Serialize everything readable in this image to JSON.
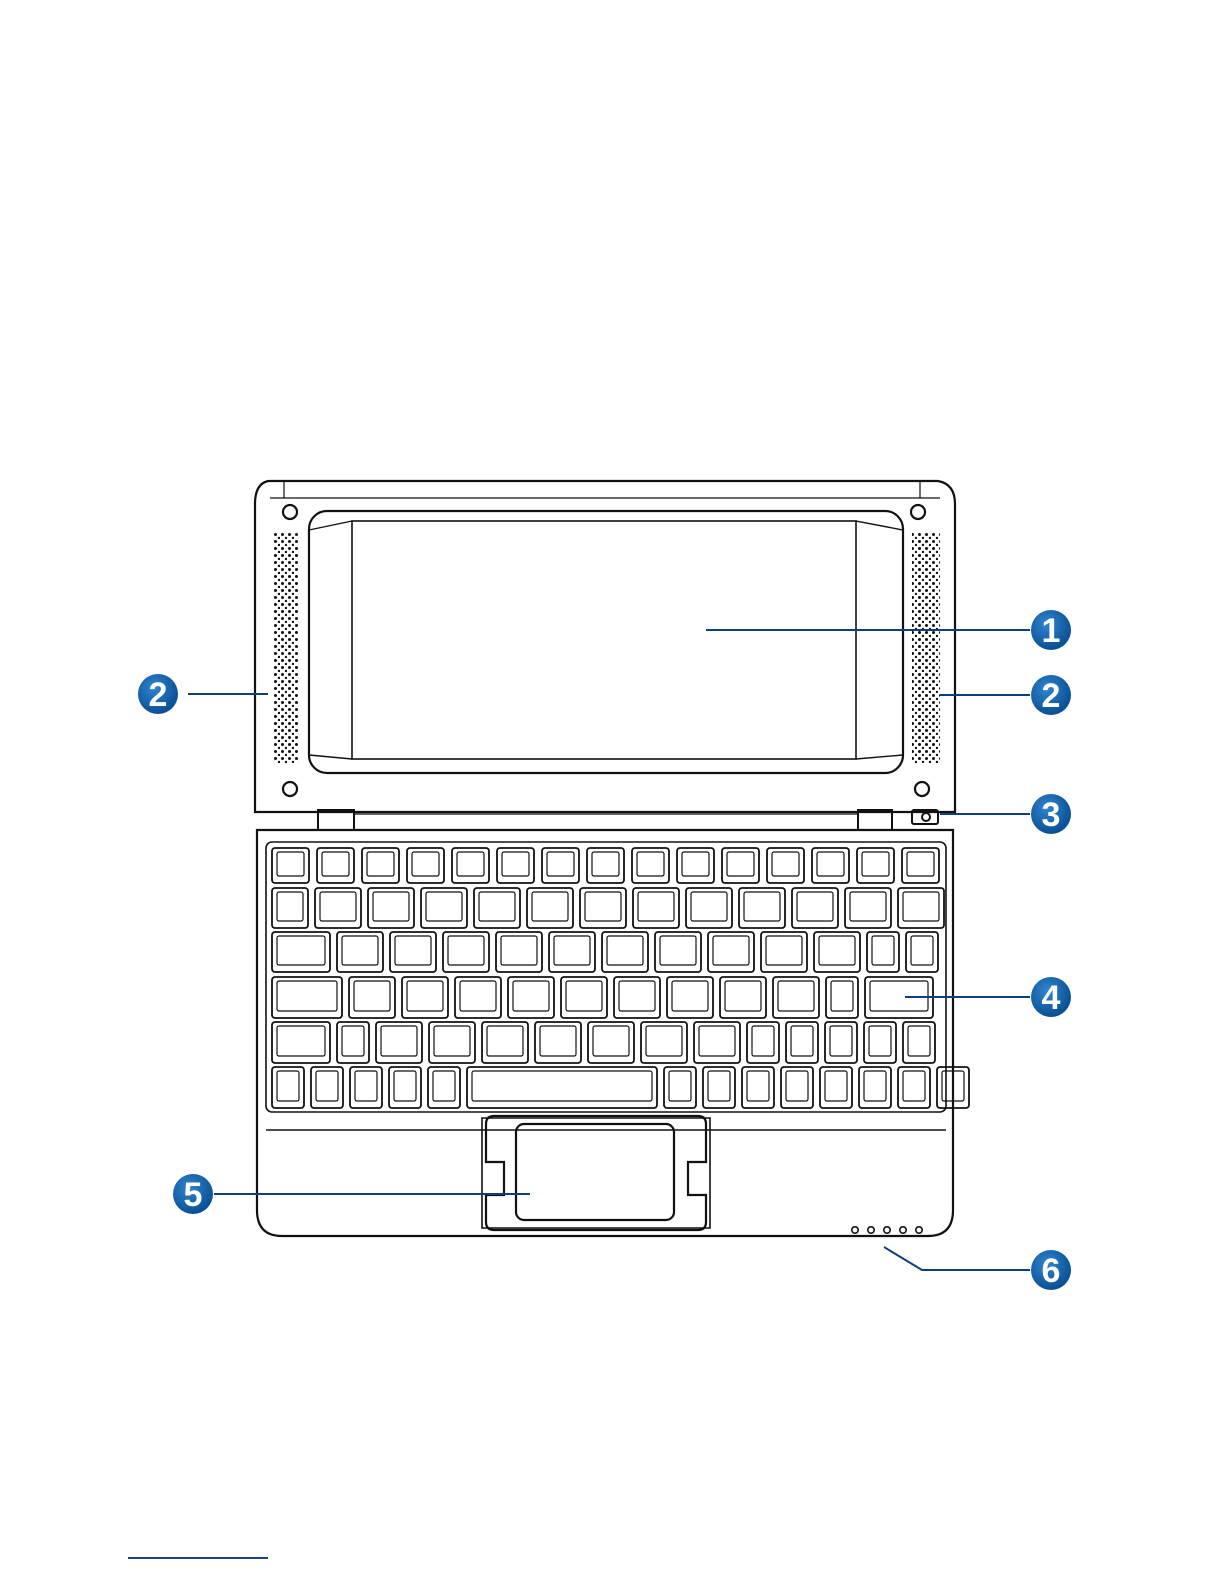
{
  "figure": {
    "name": "laptop-top-view",
    "accent_color": "#0f62a8",
    "outline_color": "#111111",
    "callouts": [
      {
        "id": "callout-1",
        "label": "1"
      },
      {
        "id": "callout-2-left",
        "label": "2"
      },
      {
        "id": "callout-2-right",
        "label": "2"
      },
      {
        "id": "callout-3",
        "label": "3"
      },
      {
        "id": "callout-4",
        "label": "4"
      },
      {
        "id": "callout-5",
        "label": "5"
      },
      {
        "id": "callout-6",
        "label": "6"
      }
    ]
  }
}
